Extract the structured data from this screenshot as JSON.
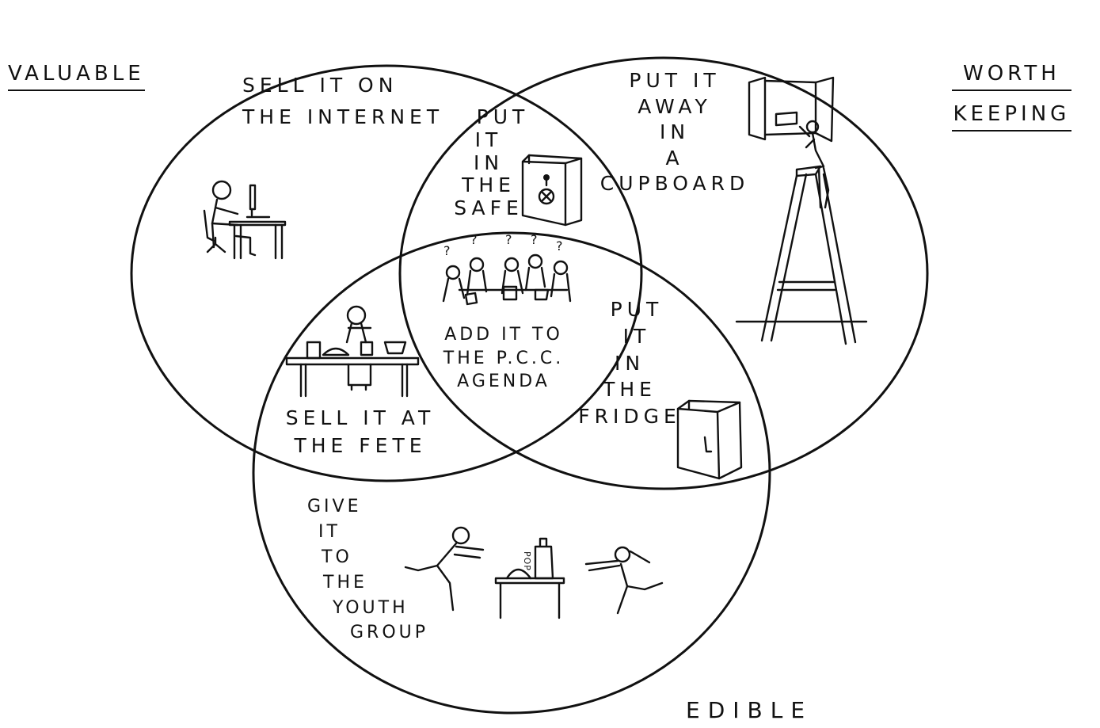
{
  "set_labels": {
    "valuable": "VALUABLE",
    "worth_keeping": [
      "WORTH",
      "KEEPING"
    ],
    "edible": "EDIBLE"
  },
  "regions": {
    "valuable_only": [
      "SELL IT ON",
      "THE INTERNET"
    ],
    "valuable_and_worth_keeping": [
      "PUT",
      "IT",
      "IN",
      "THE",
      "SAFE"
    ],
    "worth_keeping_only": [
      "PUT IT",
      "AWAY",
      "IN",
      "A",
      "CUPBOARD"
    ],
    "all_three": [
      "ADD IT TO",
      "THE P.C.C.",
      "AGENDA"
    ],
    "valuable_and_edible": [
      "SELL IT AT",
      "THE FETE"
    ],
    "worth_keeping_and_edible": [
      "PUT",
      "IT",
      "IN",
      "THE",
      "FRIDGE"
    ],
    "edible_only": [
      "GIVE",
      "IT",
      "TO",
      "THE",
      "YOUTH",
      "GROUP"
    ]
  },
  "illustrations": {
    "computer_desk": "person-at-computer-icon",
    "safe": "safe-icon",
    "cupboard_ladder": "ladder-cupboard-icon",
    "meeting": "meeting-table-icon",
    "fete_stall": "fete-stall-icon",
    "fridge": "fridge-icon",
    "youth_group": "youth-group-icon",
    "pop_bottle_text": "POP"
  }
}
